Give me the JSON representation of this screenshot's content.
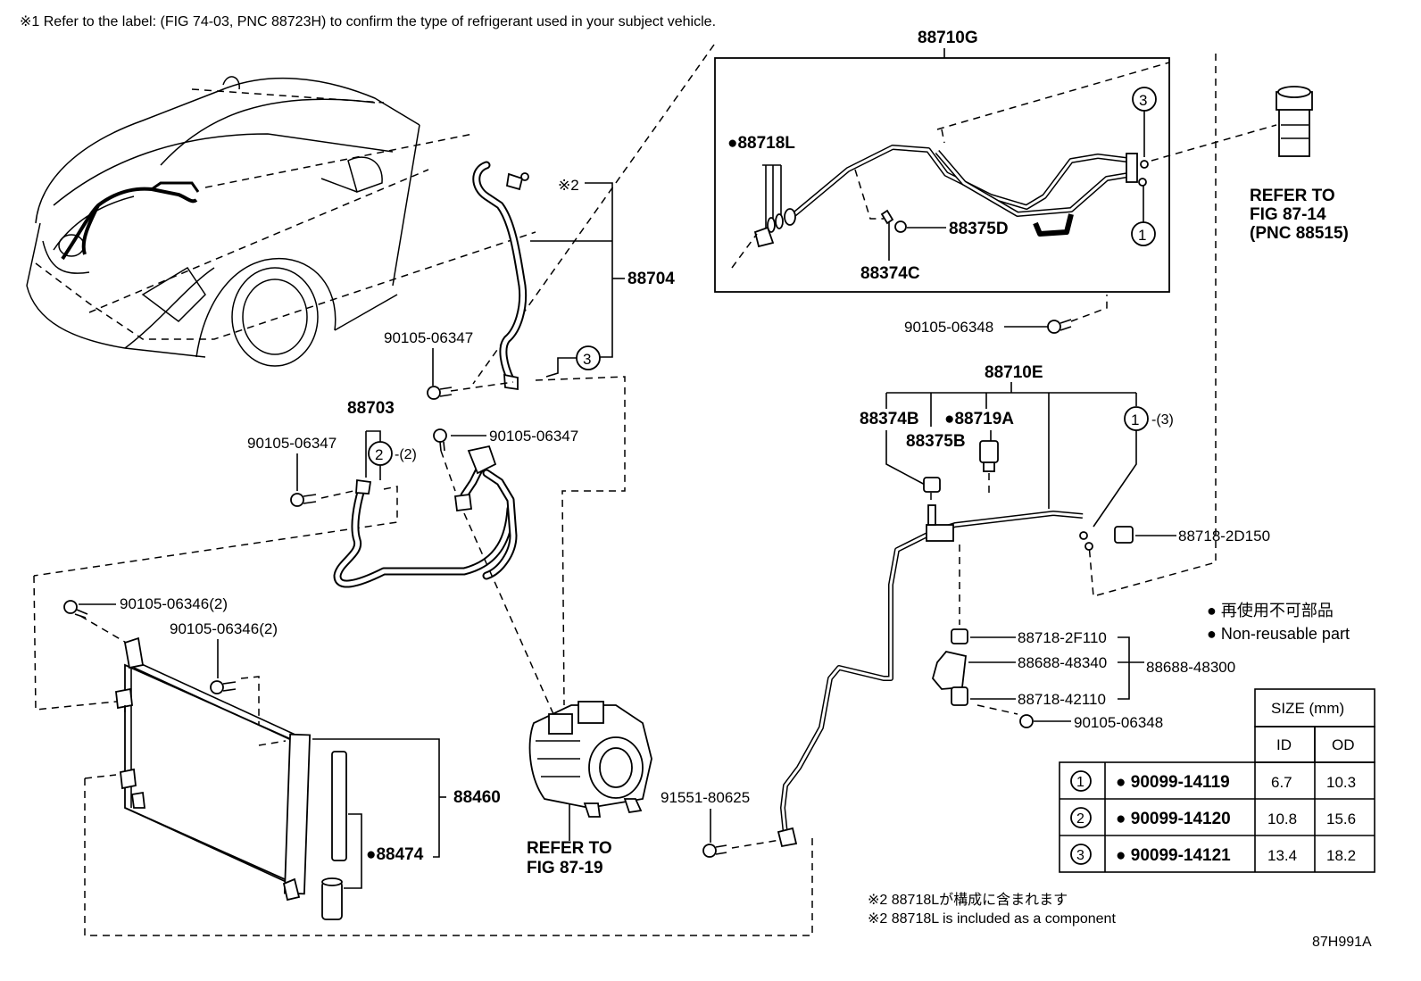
{
  "header_note": "※1 Refer to the label: (FIG 74-03, PNC 88723H) to confirm the type of refrigerant used in your subject vehicle.",
  "parts": {
    "p88710G": "88710G",
    "p88718L": "●88718L",
    "p88375D": "88375D",
    "p88374C": "88374C",
    "ring3_top": "3",
    "ring1_top": "1",
    "refer_8714_l1": "REFER TO",
    "refer_8714_l2": "FIG 87-14",
    "refer_8714_l3": "(PNC 88515)",
    "bolt_06348_top": "90105-06348",
    "note2_a": "※2",
    "p88704": "88704",
    "ring3_hose": "3",
    "bolt_06347_a": "90105-06347",
    "p88703": "88703",
    "bolt_06347_b": "90105-06347",
    "bolt_06347_c": "90105-06347",
    "ring2": "2",
    "ring2_qty": "-(2)",
    "p88710E": "88710E",
    "p88374B": "88374B",
    "p88719A": "●88719A",
    "p88375B": "88375B",
    "ring1_mid": "1",
    "ring1_mid_qty": "-(3)",
    "p88718_2D150": "88718-2D150",
    "bolt_06346_a": "90105-06346(2)",
    "bolt_06346_b": "90105-06346(2)",
    "p88718_2F110": "88718-2F110",
    "p88688_48340": "88688-48340",
    "p88688_48300": "88688-48300",
    "p88718_42110": "88718-42110",
    "bolt_06348_bottom": "90105-06348",
    "p88460": "88460",
    "p88474": "●88474",
    "refer_8719_l1": "REFER TO",
    "refer_8719_l2": "FIG 87-19",
    "p91551": "91551-80625"
  },
  "legend": {
    "jp": "● 再使用不可部品",
    "en": "● Non-reusable part"
  },
  "size_table": {
    "title": "SIZE (mm)",
    "col_id": "ID",
    "col_od": "OD",
    "rows": [
      {
        "ref": "1",
        "part": "● 90099-14119",
        "id": "6.7",
        "od": "10.3"
      },
      {
        "ref": "2",
        "part": "● 90099-14120",
        "id": "10.8",
        "od": "15.6"
      },
      {
        "ref": "3",
        "part": "● 90099-14121",
        "id": "13.4",
        "od": "18.2"
      }
    ]
  },
  "notes": {
    "note_jp": "※2 88718Lが構成に含まれます",
    "note_en": "※2 88718L is included as a component"
  },
  "figure_id": "87H991A"
}
